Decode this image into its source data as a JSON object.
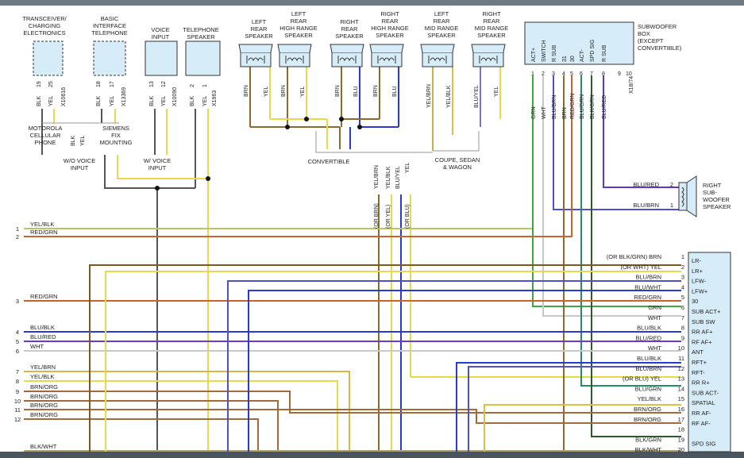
{
  "components": {
    "transceiver": "TRANSCEIVER/ CHARGING ELECTRONICS",
    "basic_interface": "BASIC INTERFACE TELEPHONE",
    "voice_input": "VOICE INPUT",
    "telephone_speaker": "TELEPHONE SPEAKER",
    "left_rear_speaker": "LEFT REAR SPEAKER",
    "left_rear_high_range": "LEFT REAR HIGH RANGE SPEAKER",
    "right_rear_speaker": "RIGHT REAR SPEAKER",
    "right_rear_high_range": "RIGHT REAR HIGH RANGE SPEAKER",
    "left_rear_mid_range": "LEFT REAR MID RANGE SPEAKER",
    "right_rear_mid_range": "RIGHT REAR MID RANGE SPEAKER",
    "subwoofer_box": "SUBWOOFER BOX (EXCEPT CONVERTIBLE)",
    "right_subwoofer": "RIGHT SUB- WOOFER SPEAKER"
  },
  "connectors": {
    "transceiver": {
      "id": "X10616",
      "pins": [
        "19",
        "25"
      ],
      "wires": [
        "BLK",
        "YEL"
      ]
    },
    "basic_interface": {
      "id": "X13369",
      "pins": [
        "18",
        "17"
      ],
      "wires": [
        "BLK",
        "YEL"
      ]
    },
    "voice_input": {
      "id": "X10090",
      "pins": [
        "13",
        "12"
      ],
      "wires": [
        "BLK",
        "YEL"
      ]
    },
    "telephone_speaker": {
      "id": "X1963",
      "pins": [
        "2",
        "1"
      ],
      "wires": [
        "BLK",
        "YEL"
      ]
    },
    "subwoofer_box": {
      "id": "X18/74"
    }
  },
  "labels": {
    "motorola": "MOTOROLA CELLULAR PHONE",
    "siemens": "SIEMENS FIX MOUNTING",
    "wo_voice": "W/O VOICE INPUT",
    "w_voice": "W/ VOICE INPUT",
    "convertible": "CONVERTIBLE",
    "coupe": "COUPE, SEDAN & WAGON",
    "moto_blk": "BLK",
    "moto_yel": "YEL"
  },
  "speaker_wires": {
    "left_rear": [
      "BRN",
      "YEL"
    ],
    "left_rear_high": [
      "BRN",
      "YEL"
    ],
    "right_rear": [
      "BRN",
      "BLU"
    ],
    "right_rear_high": [
      "BRN",
      "BLU"
    ],
    "left_mid": [
      "YEL/BRN",
      "YEL/BLK"
    ],
    "right_mid": [
      "BLU/YEL",
      "YEL"
    ]
  },
  "bus_wires": [
    {
      "label": "YEL/BRN",
      "alt": "(OR BRN)"
    },
    {
      "label": "YEL/BLK",
      "alt": "(OR YEL)"
    },
    {
      "label": "BLU/YEL",
      "alt": "(OR BLU)"
    },
    {
      "label": "YEL",
      "alt": ""
    }
  ],
  "subwoofer_pins": [
    {
      "num": "1",
      "name": "ACT+",
      "wire": "GRN"
    },
    {
      "num": "2",
      "name": "SWITCH",
      "wire": "WHT"
    },
    {
      "num": "3",
      "name": "R SUB",
      "wire": "BLU/BRN"
    },
    {
      "num": "4",
      "name": "31",
      "wire": "BRN"
    },
    {
      "num": "5",
      "name": "30",
      "wire": "RED/GRN"
    },
    {
      "num": "6",
      "name": "ACT-",
      "wire": "BLU/GRN"
    },
    {
      "num": "7",
      "name": "SPD SIG",
      "wire": "BLK/GRN"
    },
    {
      "num": "8",
      "name": "R SUB",
      "wire": "BLU/RED"
    },
    {
      "num": "9",
      "name": "",
      "wire": ""
    },
    {
      "num": "10",
      "name": "",
      "wire": ""
    }
  ],
  "right_sub_wires": [
    {
      "label": "BLU/RED",
      "pin": "2"
    },
    {
      "label": "BLU/BRN",
      "pin": "1"
    }
  ],
  "left_edge_wires": [
    {
      "num": "1",
      "label": "YEL/BLK"
    },
    {
      "num": "2",
      "label": "RED/GRN"
    },
    {
      "num": "3",
      "label": "RED/GRN"
    },
    {
      "num": "4",
      "label": "BLU/BLK"
    },
    {
      "num": "5",
      "label": "BLU/RED"
    },
    {
      "num": "6",
      "label": "WHT"
    },
    {
      "num": "7",
      "label": "YEL/BRN"
    },
    {
      "num": "8",
      "label": "YEL/BLK"
    },
    {
      "num": "9",
      "label": "BRN/ORG"
    },
    {
      "num": "10",
      "label": "BRN/ORG"
    },
    {
      "num": "11",
      "label": "BRN/ORG"
    },
    {
      "num": "12",
      "label": "BRN/ORG"
    },
    {
      "num": "",
      "label": "BLK/WHT"
    }
  ],
  "amp_pins": [
    {
      "num": "1",
      "name": "LR-",
      "wire": "(OR BLK/GRN) BRN"
    },
    {
      "num": "2",
      "name": "LR+",
      "wire": "(OR WHT) YEL"
    },
    {
      "num": "3",
      "name": "LFW-",
      "wire": "BLU/BRN"
    },
    {
      "num": "4",
      "name": "LFW+",
      "wire": "BLU/WHT"
    },
    {
      "num": "5",
      "name": "30",
      "wire": "RED/GRN"
    },
    {
      "num": "6",
      "name": "SUB ACT+",
      "wire": "GRN"
    },
    {
      "num": "7",
      "name": "SUB SW",
      "wire": "WHT"
    },
    {
      "num": "8",
      "name": "RR AF+",
      "wire": "BLU/BLK"
    },
    {
      "num": "9",
      "name": "RF AF+",
      "wire": "BLU/RED"
    },
    {
      "num": "10",
      "name": "ANT",
      "wire": "WHT"
    },
    {
      "num": "11",
      "name": "RFT+",
      "wire": "BLU/BLK"
    },
    {
      "num": "12",
      "name": "RFT-",
      "wire": "BLU/BRN"
    },
    {
      "num": "13",
      "name": "RR R+",
      "wire": "(OR BLU) YEL"
    },
    {
      "num": "14",
      "name": "SUB ACT-",
      "wire": "BLU/GRN"
    },
    {
      "num": "15",
      "name": "SPATIAL",
      "wire": "YEL/BLK"
    },
    {
      "num": "16",
      "name": "RR AF-",
      "wire": "BRN/ORG"
    },
    {
      "num": "17",
      "name": "RF AF-",
      "wire": "BRN/ORG"
    },
    {
      "num": "18",
      "name": "",
      "wire": ""
    },
    {
      "num": "19",
      "name": "SPD SIG",
      "wire": "BLK/GRN"
    },
    {
      "num": "20",
      "name": "",
      "wire": "BLK/WHT"
    }
  ]
}
